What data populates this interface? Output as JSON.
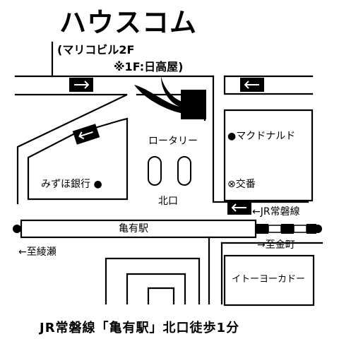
{
  "title": "ハウスコム",
  "building": "(マリコビル2F",
  "floor_note": "※1F:日高屋)",
  "landmarks": {
    "rotary": "ロータリー",
    "mcdonalds": "マクドナルド",
    "bank": "みずほ銀行",
    "koban": "交番",
    "north_exit": "北口",
    "station": "亀有駅",
    "ito_yokado": "イトーヨーカドー"
  },
  "railway": {
    "line": "JR常磐線",
    "to_west": "至綾瀬",
    "to_east": "至金町"
  },
  "symbols": {
    "dot": "●",
    "koban_mark": "⊗",
    "arrow_left": "←",
    "arrow_right": "→"
  },
  "footer": "JR常磐線「亀有駅」北口徒歩1分",
  "colors": {
    "ink": "#000000",
    "paper": "#ffffff"
  }
}
